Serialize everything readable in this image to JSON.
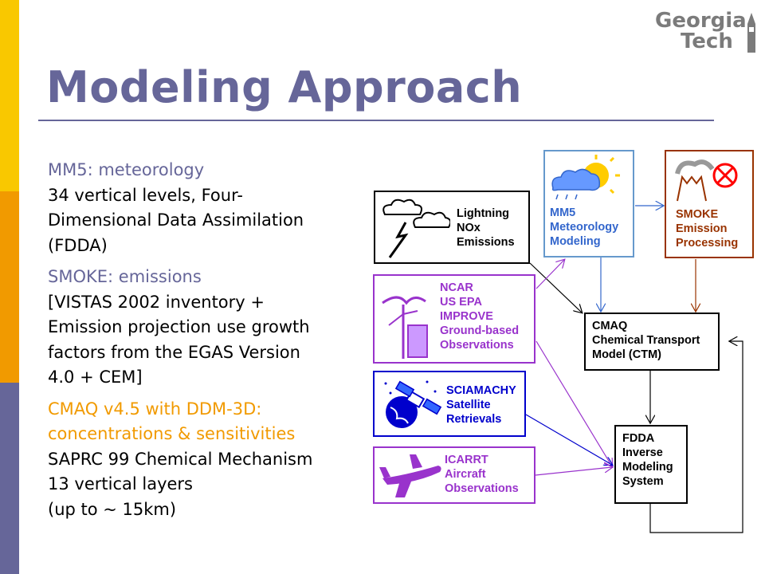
{
  "logo": {
    "line1": "Georgia",
    "line2": "Tech"
  },
  "title": "Modeling Approach",
  "bullets": [
    {
      "heading": "MM5: meteorology",
      "lines": [
        "34 vertical levels, Four-",
        "Dimensional Data Assimilation",
        "(FDDA)"
      ]
    },
    {
      "heading": "SMOKE: emissions",
      "lines": [
        "[VISTAS 2002 inventory +",
        "Emission projection use growth",
        "factors from the EGAS Version",
        "4.0 + CEM]"
      ]
    },
    {
      "heading_lines": [
        "CMAQ v4.5 with DDM-3D:",
        "concentrations & sensitivities"
      ],
      "lines": [
        "SAPRC 99 Chemical Mechanism",
        "13 vertical layers",
        "(up to ~ 15km)"
      ]
    }
  ],
  "diagram": {
    "lightning": "Lightning\nNOx\nEmissions",
    "mm5": "MM5\nMeteorology\nModeling",
    "smoke": "SMOKE\nEmission\nProcessing",
    "ground": "NCAR\nUS EPA\nIMPROVE\nGround-based\nObservations",
    "cmaq": "CMAQ\nChemical Transport\nModel (CTM)",
    "satellite": "SCIAMACHY\nSatellite\nRetrievals",
    "fdda": "FDDA\nInverse\nModeling\nSystem",
    "aircraft": "ICARRT\nAircraft\nObservations"
  },
  "colors": {
    "accent": "#666699",
    "orange": "#f19a00",
    "yellow": "#f9c800",
    "purple_box": "#9933cc",
    "blue_box": "#0000cc",
    "mm5_text": "#3366cc",
    "smoke_text": "#993300",
    "smoke_border": "#993300",
    "mm5_border": "#6699cc"
  }
}
